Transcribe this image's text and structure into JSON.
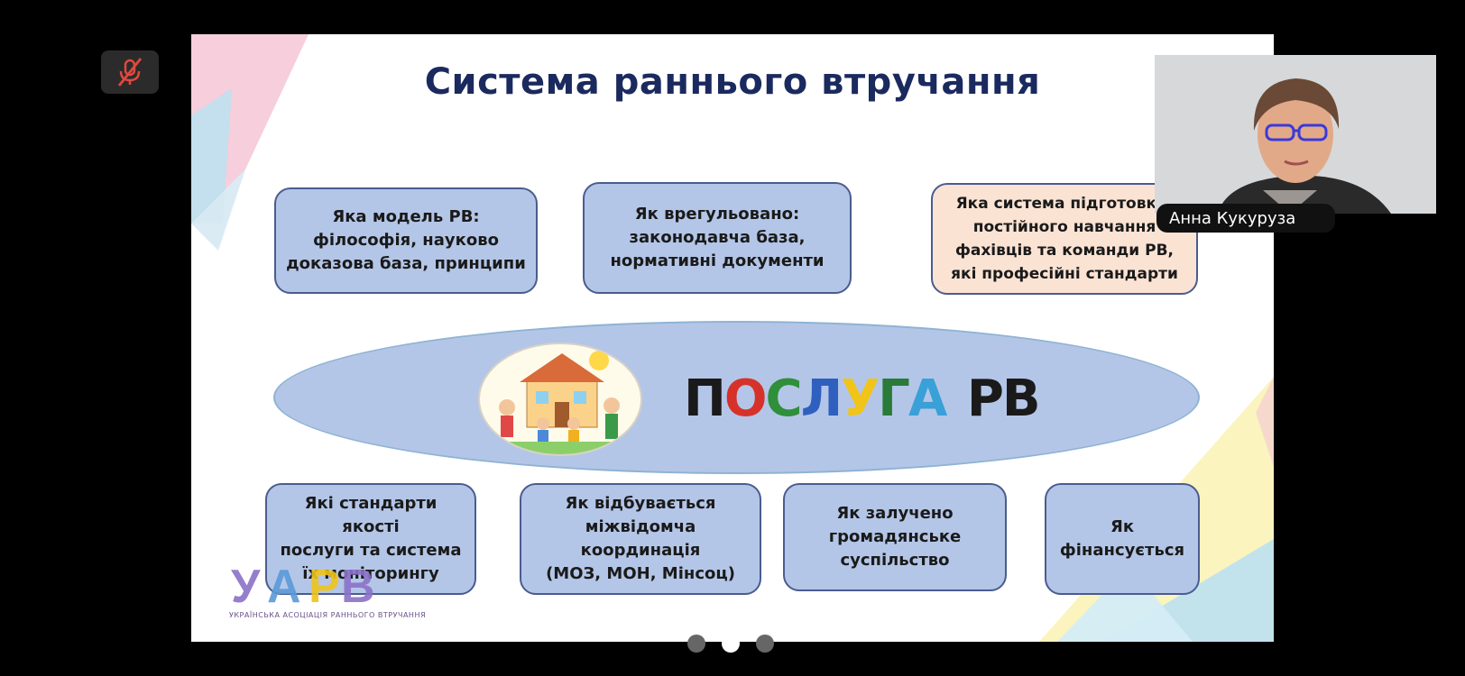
{
  "slide": {
    "title": "Система раннього втручання",
    "boxes_top": [
      {
        "text": "Яка модель РВ:\nфілософія, науково\nдоказова база, принципи"
      },
      {
        "text": "Як врегульовано:\nзаконодавча база,\nнормативні документи"
      },
      {
        "text": "Яка система підготовки,\nпостійного навчання\nфахівців та команди РВ,\nякі професійні стандарти"
      }
    ],
    "center": {
      "service_letters": [
        "П",
        "О",
        "С",
        "Л",
        "У",
        "Г",
        "А"
      ],
      "service_suffix": "РВ",
      "letter_colors": [
        "#1a1a1a",
        "#d6322a",
        "#2f8f3a",
        "#2f5fbf",
        "#f0c419",
        "#2a7a3a",
        "#3aa0d8"
      ]
    },
    "boxes_bottom": [
      {
        "text": "Які стандарти якості\nпослуги та система\nїх моніторингу"
      },
      {
        "text": "Як відбувається\nміжвідомча\nкоординація\n(МОЗ, МОН, Мінсоц)"
      },
      {
        "text": "Як залучено\nгромадянське\nсуспільство"
      },
      {
        "text": "Як\nфінансується"
      }
    ],
    "logo": {
      "letters": "УАРВ",
      "subtitle": "УКРАЇНСЬКА АСОЦІАЦІЯ РАННЬОГО ВТРУЧАННЯ"
    }
  },
  "participant": {
    "name": "Анна Кукуруза"
  },
  "controls": {
    "mic_icon": "mic-muted-icon",
    "page_dots": 3,
    "active_page": 2
  }
}
